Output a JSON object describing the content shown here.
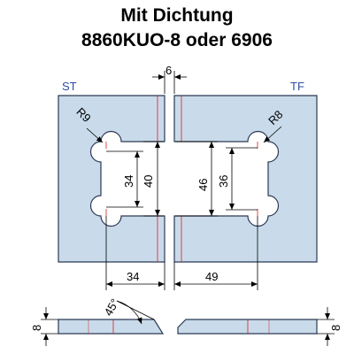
{
  "title_line1": "Mit Dichtung",
  "title_line2": "8860KUO-8 oder 6906",
  "colors": {
    "plate_fill": "#c9dbea",
    "plate_stroke": "#2b3a55",
    "centerline": "#d42020",
    "dim": "#000000",
    "label": "#2b4fa6"
  },
  "left_plate": {
    "label": "ST",
    "radius": "R9",
    "inner_height": "34",
    "outer_height": "40",
    "width_to_center": "34"
  },
  "right_plate": {
    "label": "TF",
    "radius": "R8",
    "inner_height": "36",
    "outer_height": "46",
    "width_to_center": "49"
  },
  "gap": "6",
  "side_view": {
    "thickness_left": "8",
    "thickness_right": "8",
    "angle": "45°"
  }
}
